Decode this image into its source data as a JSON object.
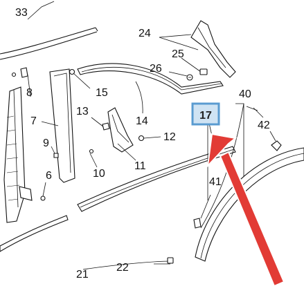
{
  "callouts": {
    "c33": "33",
    "c24": "24",
    "c25": "25",
    "c26": "26",
    "c40": "40",
    "c8": "8",
    "c15": "15",
    "c7": "7",
    "c13": "13",
    "c14": "14",
    "c17": "17",
    "c42": "42",
    "c12": "12",
    "c9": "9",
    "c11": "11",
    "c10": "10",
    "c6": "6",
    "c41": "41",
    "c21": "21",
    "c22": "22"
  },
  "highlight": {
    "label": "17",
    "box_fill": "#cfe3f3",
    "box_stroke": "#5a9bd0"
  },
  "arrow": {
    "color": "#e23b35",
    "target_callout": "17"
  }
}
